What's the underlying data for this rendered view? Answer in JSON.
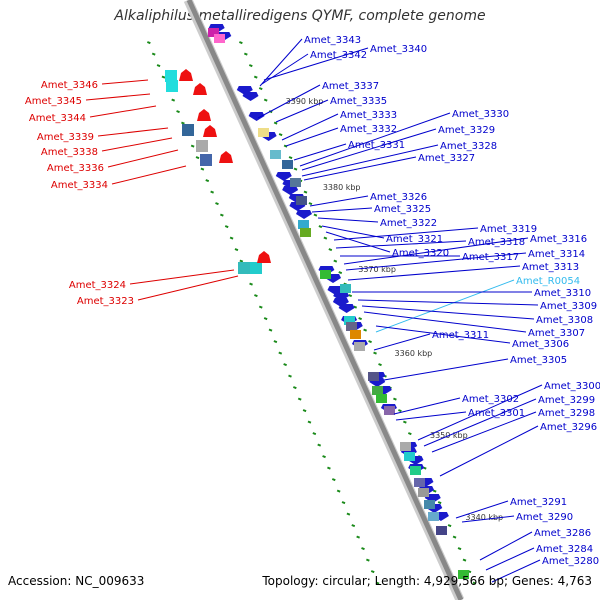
{
  "title": "Alkaliphilus metalliredigens QYMF, complete genome",
  "accession": "Accession: NC_009633",
  "summary": "Topology: circular; Length: 4,929,566 bp; Genes: 4,763",
  "colors": {
    "minus_label": "#dd0000",
    "plus_label": "#0000cc",
    "rna_label": "#33bbee",
    "backbone": "#888888",
    "tick": "#1a8a1a"
  },
  "map": {
    "kbp_markers": [
      "3390 kbp",
      "3380 kbp",
      "3370 kbp",
      "3360 kbp",
      "3350 kbp",
      "3340 kbp"
    ],
    "minus_genes": [
      "Amet_3346",
      "Amet_3345",
      "Amet_3344",
      "Amet_3339",
      "Amet_3338",
      "Amet_3336",
      "Amet_3334",
      "Amet_3324",
      "Amet_3323"
    ],
    "plus_genes": [
      "Amet_3343",
      "Amet_3342",
      "Amet_3340",
      "Amet_3337",
      "Amet_3335",
      "Amet_3333",
      "Amet_3332",
      "Amet_3331",
      "Amet_3330",
      "Amet_3329",
      "Amet_3328",
      "Amet_3327",
      "Amet_3326",
      "Amet_3325",
      "Amet_3322",
      "Amet_3321",
      "Amet_3320",
      "Amet_3319",
      "Amet_3318",
      "Amet_3317",
      "Amet_3316",
      "Amet_3314",
      "Amet_3313",
      "Amet_R0054",
      "Amet_3310",
      "Amet_3309",
      "Amet_3308",
      "Amet_3307",
      "Amet_3311",
      "Amet_3306",
      "Amet_3305",
      "Amet_3302",
      "Amet_3301",
      "Amet_3300",
      "Amet_3299",
      "Amet_3298",
      "Amet_3296",
      "Amet_3291",
      "Amet_3290",
      "Amet_3286",
      "Amet_3284",
      "Amet_3280"
    ]
  }
}
